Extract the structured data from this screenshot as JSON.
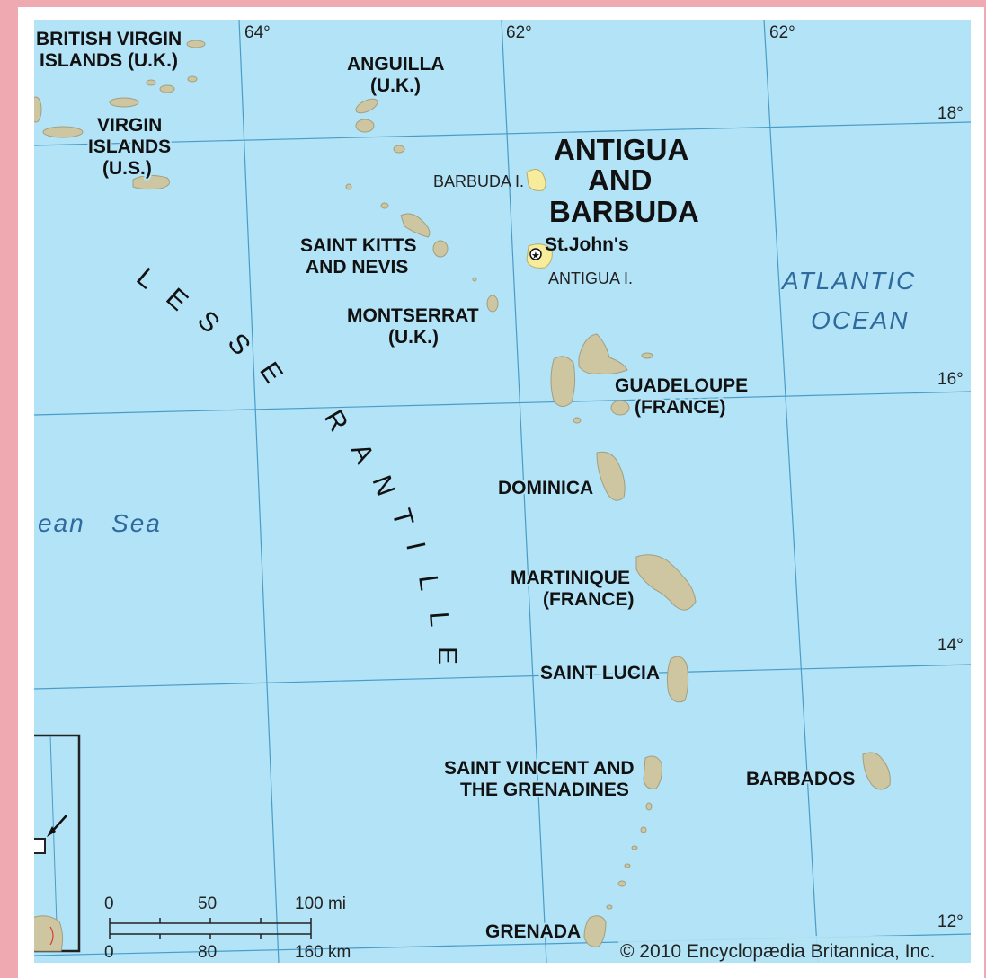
{
  "map": {
    "country": [
      "ANTIGUA",
      "AND",
      "BARBUDA"
    ],
    "capital": "St.John's",
    "islands_small": {
      "barbuda": "BARBUDA I.",
      "antigua": "ANTIGUA I."
    },
    "territories": {
      "bvi": [
        "BRITISH VIRGIN",
        "ISLANDS (U.K.)"
      ],
      "usvi": [
        "VIRGIN",
        "ISLANDS",
        "(U.S.)"
      ],
      "anguilla": [
        "ANGUILLA",
        "(U.K.)"
      ],
      "stkitts": [
        "SAINT KITTS",
        "AND NEVIS"
      ],
      "montserrat": [
        "MONTSERRAT",
        "(U.K.)"
      ],
      "guadeloupe": [
        "GUADELOUPE",
        "(FRANCE)"
      ],
      "dominica": "DOMINICA",
      "martinique": [
        "MARTINIQUE",
        "(FRANCE)"
      ],
      "stlucia": "SAINT LUCIA",
      "stvincent": [
        "SAINT VINCENT AND",
        "THE GRENADINES"
      ],
      "barbados": "BARBADOS",
      "grenada": "GRENADA"
    },
    "region_label": "LESSER ANTILLES",
    "ocean": [
      "ATLANTIC",
      "OCEAN"
    ],
    "sea": "ean   Sea",
    "grid": {
      "longitudes": [
        "64°",
        "62°",
        "62°"
      ],
      "latitudes": [
        "18°",
        "16°",
        "14°",
        "12°"
      ]
    },
    "scale": {
      "miles": [
        "0",
        "50",
        "100 mi"
      ],
      "km": [
        "0",
        "80",
        "160 km"
      ]
    },
    "copyright": "© 2010 Encyclopædia Britannica, Inc.",
    "colors": {
      "water": "#b3e3f6",
      "land": "#cdc6a0",
      "highlight": "#f7ec9c",
      "frame": "#eeaab0"
    }
  }
}
